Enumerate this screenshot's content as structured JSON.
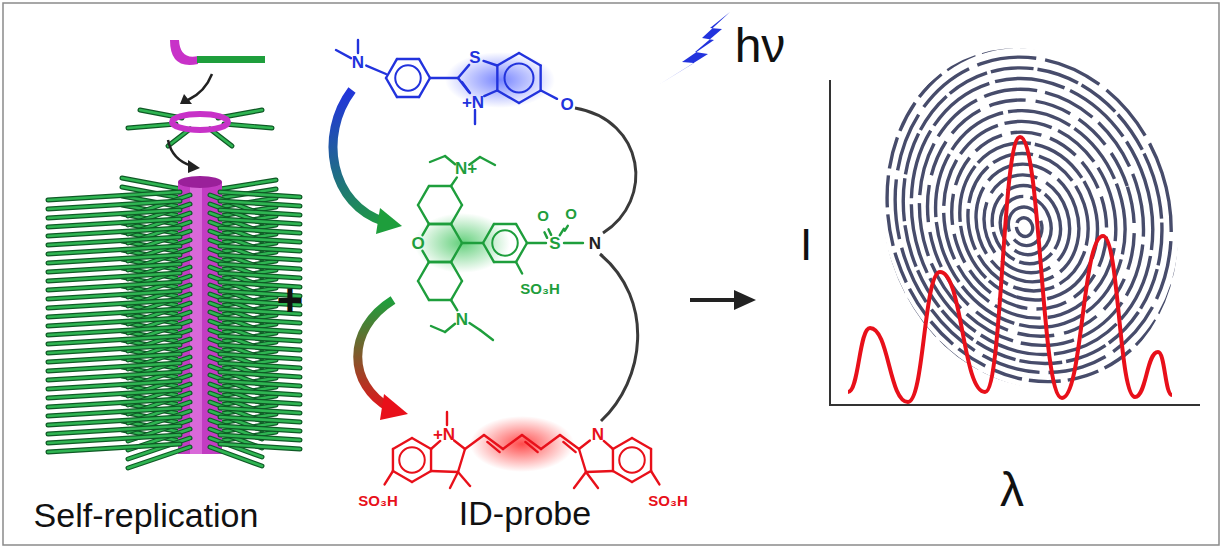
{
  "diagram": {
    "labels": [
      "hν",
      "S",
      "+N",
      "N",
      "O",
      "N+",
      "O",
      "N",
      "SO₃H",
      "S",
      "O",
      "O",
      "N",
      "+N",
      "N",
      "SO₃H",
      "SO₃H",
      "+",
      "Self-replication",
      "ID-probe",
      "I",
      "λ"
    ]
  }
}
